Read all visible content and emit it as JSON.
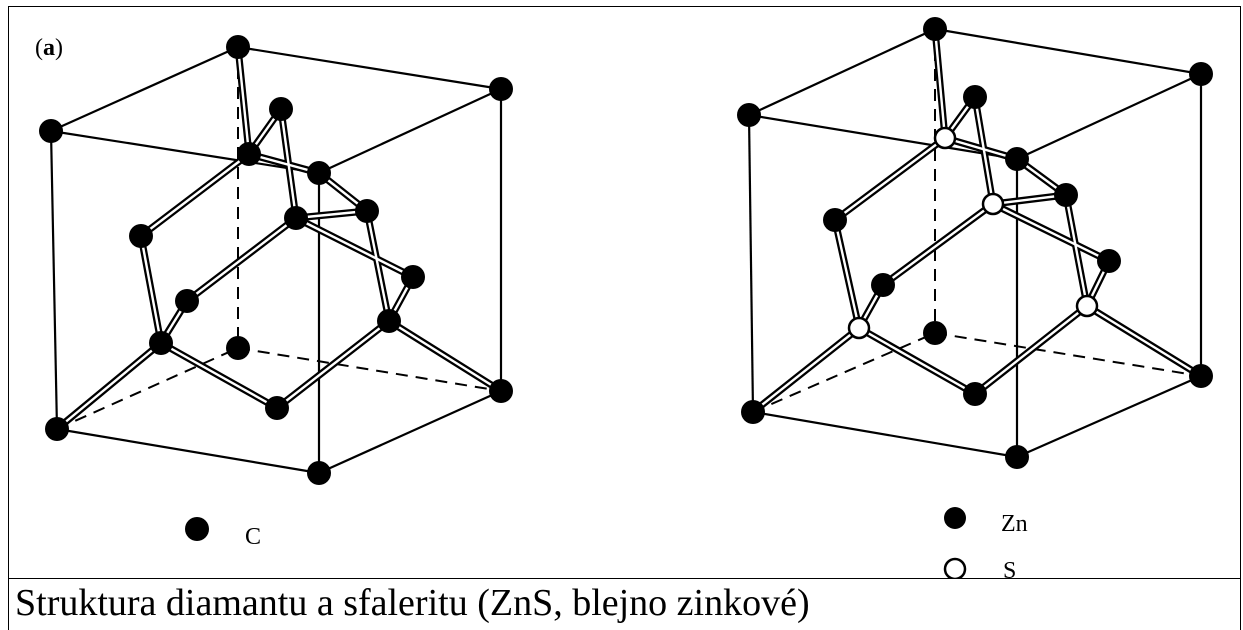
{
  "figure": {
    "panel_label": "(a)",
    "panel_label_paren_open": "(",
    "panel_label_letter": "a",
    "panel_label_paren_close": ")"
  },
  "legend_left": {
    "items": [
      {
        "label": "C",
        "symbol": "filled-circle"
      }
    ]
  },
  "legend_right": {
    "items": [
      {
        "label": "Zn",
        "symbol": "filled-circle"
      },
      {
        "label": "S",
        "symbol": "open-circle"
      }
    ]
  },
  "caption": "Struktura diamantu a sfaleritu (ZnS, blejno zinkové)",
  "colors": {
    "ink": "#000000",
    "background": "#ffffff"
  }
}
